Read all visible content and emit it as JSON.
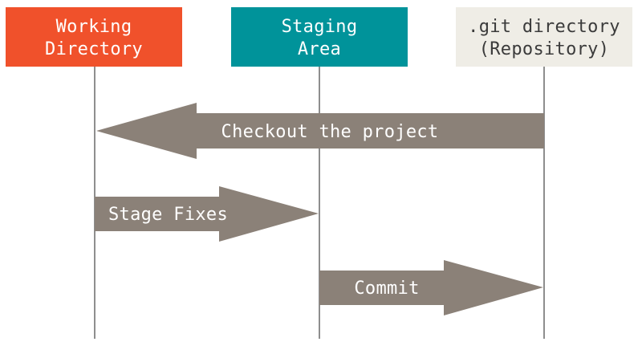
{
  "areas": {
    "working": {
      "line1": "Working",
      "line2": "Directory",
      "fill": "#f0512b",
      "text_color": "#ffffff"
    },
    "staging": {
      "line1": "Staging",
      "line2": "Area",
      "fill": "#00939a",
      "text_color": "#ffffff"
    },
    "repository": {
      "line1": ".git directory",
      "line2": "(Repository)",
      "fill": "#efede6",
      "text_color": "#3b3b3b"
    }
  },
  "arrows": {
    "checkout": {
      "label": "Checkout the project",
      "from": "repository",
      "to": "working"
    },
    "stage": {
      "label": "Stage Fixes",
      "from": "working",
      "to": "staging"
    },
    "commit": {
      "label": "Commit",
      "from": "staging",
      "to": "repository"
    }
  },
  "colors": {
    "arrow_fill": "#8b8178",
    "arrow_text": "#ffffff",
    "lifeline": "#8e8e8e"
  }
}
